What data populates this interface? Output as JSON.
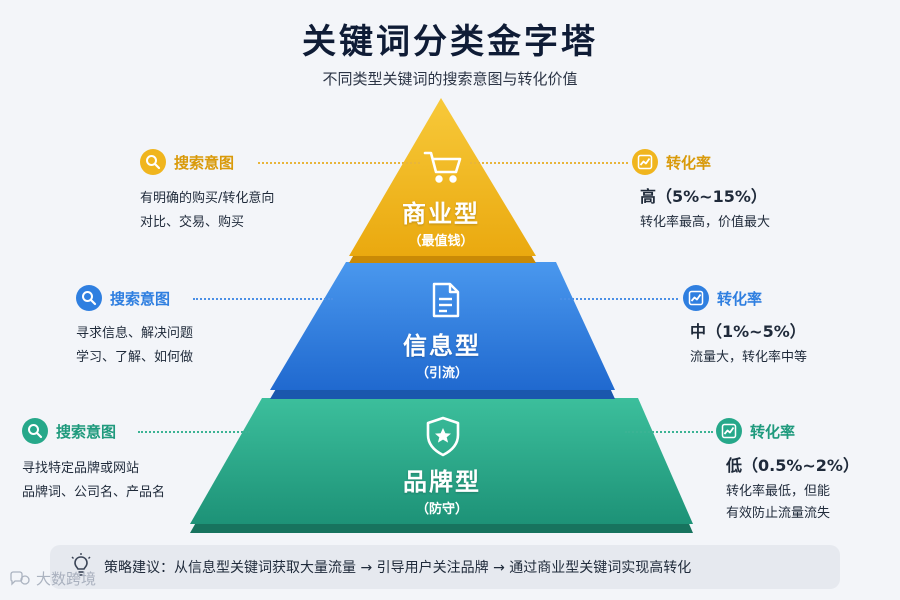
{
  "title": "关键词分类金字塔",
  "subtitle": "不同类型关键词的搜索意图与转化价值",
  "tiers": [
    {
      "name": "商业型",
      "sub": "（最值钱）",
      "icon": "shopping-cart-icon",
      "color": "#f2b81c",
      "intent_title": "搜索意图",
      "intent_lines": [
        "有明确的购买/转化意向",
        "对比、交易、购买"
      ],
      "rate_title": "转化率",
      "rate_value": "高（5%~15%）",
      "rate_lines": [
        "转化率最高，价值最大"
      ]
    },
    {
      "name": "信息型",
      "sub": "（引流）",
      "icon": "document-icon",
      "color": "#2f7fe0",
      "intent_title": "搜索意图",
      "intent_lines": [
        "寻求信息、解决问题",
        "学习、了解、如何做"
      ],
      "rate_title": "转化率",
      "rate_value": "中（1%~5%）",
      "rate_lines": [
        "流量大，转化率中等"
      ]
    },
    {
      "name": "品牌型",
      "sub": "（防守）",
      "icon": "shield-star-icon",
      "color": "#26a88a",
      "intent_title": "搜索意图",
      "intent_lines": [
        "寻找特定品牌或网站",
        "品牌词、公司名、产品名"
      ],
      "rate_title": "转化率",
      "rate_value": "低（0.5%~2%）",
      "rate_lines": [
        "转化率最低，但能",
        "有效防止流量流失"
      ]
    }
  ],
  "strategy": "策略建议：从信息型关键词获取大量流量 → 引导用户关注品牌 → 通过商业型关键词实现高转化",
  "strategy_icon": "lightbulb-icon",
  "watermark": "大数跨境"
}
